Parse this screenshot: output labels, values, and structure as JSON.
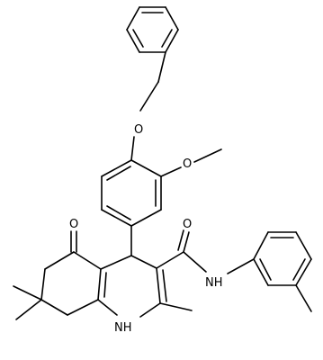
{
  "molecule": {
    "atom_labels": {
      "ether_oxygen": "O",
      "methoxy_oxygen": "O",
      "ketone_oxygen": "O",
      "amide_oxygen": "O",
      "amide_nitrogen": "NH",
      "ring_nitrogen": "NH"
    },
    "colors": {
      "bond": "#000000",
      "label": "#000000",
      "background": "#ffffff"
    }
  }
}
